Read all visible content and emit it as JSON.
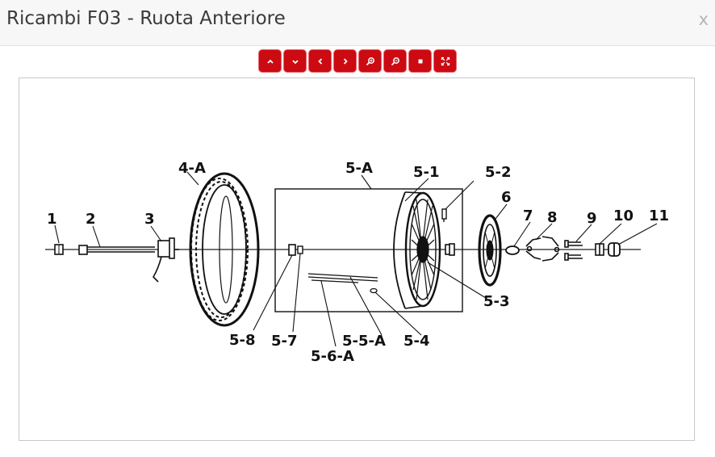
{
  "dialog": {
    "title": "Ricambi F03 - Ruota Anteriore",
    "close_label": "x"
  },
  "toolbar": {
    "buttons": [
      {
        "name": "up-button",
        "icon": "chevron-up-icon"
      },
      {
        "name": "down-button",
        "icon": "chevron-down-icon"
      },
      {
        "name": "left-button",
        "icon": "chevron-left-icon"
      },
      {
        "name": "right-button",
        "icon": "chevron-right-icon"
      },
      {
        "name": "zoom-in-button",
        "icon": "zoom-in-icon"
      },
      {
        "name": "zoom-out-button",
        "icon": "zoom-out-icon"
      },
      {
        "name": "reset-button",
        "icon": "stop-icon"
      },
      {
        "name": "fullscreen-button",
        "icon": "expand-icon"
      }
    ],
    "accent": "#cc0a12"
  },
  "diagram": {
    "labels": {
      "p1": "1",
      "p2": "2",
      "p3": "3",
      "p4a": "4-A",
      "p5a": "5-A",
      "p51": "5-1",
      "p52": "5-2",
      "p6": "6",
      "p7": "7",
      "p8": "8",
      "p9": "9",
      "p10": "10",
      "p11": "11",
      "p53": "5-3",
      "p58": "5-8",
      "p57": "5-7",
      "p55a": "5-5-A",
      "p54": "5-4",
      "p56a": "5-6-A"
    }
  }
}
